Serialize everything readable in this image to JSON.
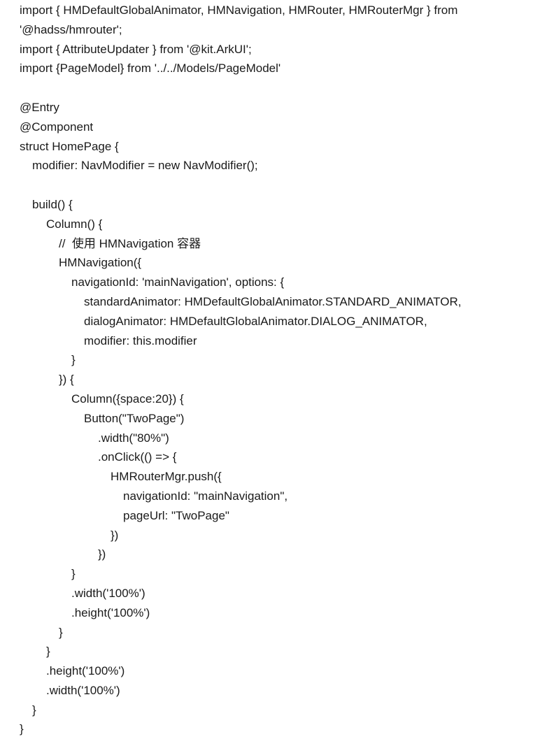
{
  "document": {
    "lines": [
      {
        "indent": 0,
        "text": "import { HMDefaultGlobalAnimator, HMNavigation, HMRouter, HMRouterMgr } from"
      },
      {
        "indent": 0,
        "text": "'@hadss/hmrouter';"
      },
      {
        "indent": 0,
        "text": "import { AttributeUpdater } from '@kit.ArkUI';"
      },
      {
        "indent": 0,
        "text": "import {PageModel} from '../../Models/PageModel'"
      },
      {
        "indent": 0,
        "text": ""
      },
      {
        "indent": 0,
        "text": "@Entry"
      },
      {
        "indent": 0,
        "text": "@Component"
      },
      {
        "indent": 0,
        "text": "struct HomePage {"
      },
      {
        "indent": 1,
        "text": "modifier: NavModifier = new NavModifier();"
      },
      {
        "indent": 0,
        "text": ""
      },
      {
        "indent": 1,
        "text": "build() {"
      },
      {
        "indent": 2,
        "text": "Column() {"
      },
      {
        "indent": 3,
        "text": "//  使用 HMNavigation 容器"
      },
      {
        "indent": 3,
        "text": "HMNavigation({"
      },
      {
        "indent": 4,
        "text": "navigationId: 'mainNavigation', options: {"
      },
      {
        "indent": 5,
        "text": "standardAnimator: HMDefaultGlobalAnimator.STANDARD_ANIMATOR,"
      },
      {
        "indent": 5,
        "text": "dialogAnimator: HMDefaultGlobalAnimator.DIALOG_ANIMATOR,"
      },
      {
        "indent": 5,
        "text": "modifier: this.modifier"
      },
      {
        "indent": 4,
        "text": "}"
      },
      {
        "indent": 3,
        "text": "}) {"
      },
      {
        "indent": 4,
        "text": "Column({space:20}) {"
      },
      {
        "indent": 5,
        "text": "Button(\"TwoPage\")"
      },
      {
        "indent": 6,
        "text": ".width(\"80%\")"
      },
      {
        "indent": 6,
        "text": ".onClick(() => {"
      },
      {
        "indent": 7,
        "text": "HMRouterMgr.push({"
      },
      {
        "indent": 8,
        "text": "navigationId: \"mainNavigation\","
      },
      {
        "indent": 8,
        "text": "pageUrl: \"TwoPage\""
      },
      {
        "indent": 7,
        "text": "})"
      },
      {
        "indent": 6,
        "text": "})"
      },
      {
        "indent": 4,
        "text": "}"
      },
      {
        "indent": 4,
        "text": ".width('100%')"
      },
      {
        "indent": 4,
        "text": ".height('100%')"
      },
      {
        "indent": 3,
        "text": "}"
      },
      {
        "indent": 2,
        "text": "}"
      },
      {
        "indent": 2,
        "text": ".height('100%')"
      },
      {
        "indent": 2,
        "text": ".width('100%')"
      },
      {
        "indent": 1,
        "text": "}"
      },
      {
        "indent": 0,
        "text": "}"
      }
    ]
  }
}
